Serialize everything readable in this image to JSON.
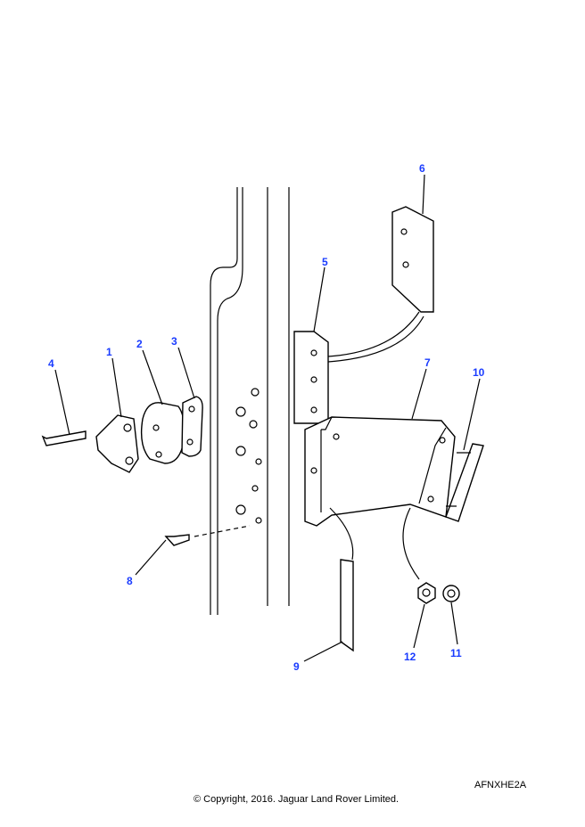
{
  "diagram": {
    "callouts": [
      "1",
      "2",
      "3",
      "4",
      "5",
      "6",
      "7",
      "8",
      "9",
      "10",
      "11",
      "12"
    ],
    "colors": {
      "callout": "#1a3cff",
      "line": "#000000"
    }
  },
  "footer": {
    "reference": "AFNXHE2A",
    "copyright": "© Copyright, 2016. Jaguar Land Rover Limited."
  }
}
